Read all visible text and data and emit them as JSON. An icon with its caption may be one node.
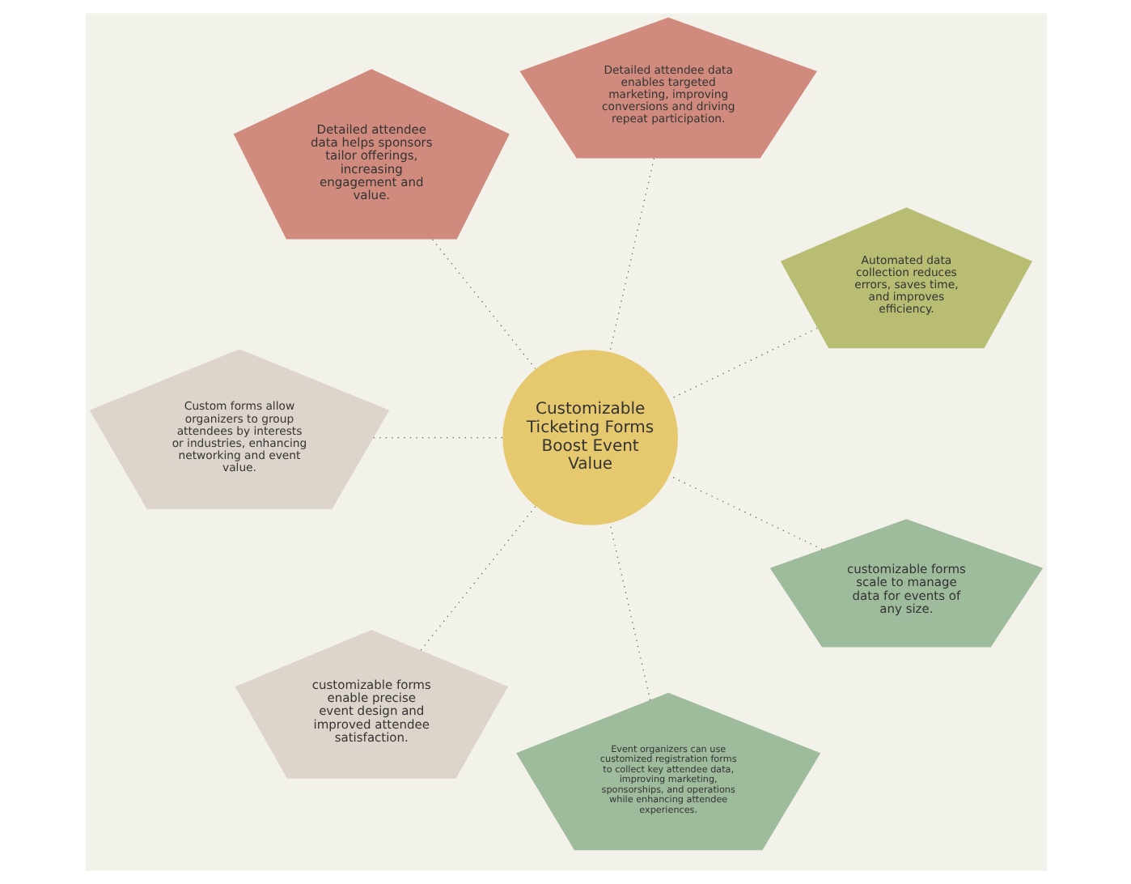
{
  "diagram": {
    "nodes": [
      {
        "text": [
          "Customizable Ticketing Forms Boost Event Value"
        ]
      },
      {
        "text": [
          "Automated data collection reduces errors, saves time, and improves efficiency."
        ]
      },
      {
        "text": [
          "Detailed attendee data enables targeted marketing, improving conversions and driving repeat participation."
        ]
      },
      {
        "text": [
          "Detailed attendee data helps sponsors tailor offerings, increasing engagement and value."
        ]
      },
      {
        "text": [
          "Custom forms allow organizers to group attendees by interests or industries, enhancing networking and event value."
        ]
      },
      {
        "text": [
          "customizable forms enable precise event design and improved attendee satisfaction."
        ]
      },
      {
        "text": [
          "Event organizers can use customized registration forms to collect key attendee data, improving marketing, sponsorships, and operations while enhancing attendee experiences."
        ]
      },
      {
        "text": [
          "customizable forms scale to manage data for events of any size."
        ]
      }
    ],
    "edges": [
      {
        "from": 1,
        "to": 0,
        "arrow": "none",
        "style": "dashed"
      },
      {
        "from": 2,
        "to": 0,
        "arrow": "none",
        "style": "dashed"
      },
      {
        "from": 3,
        "to": 0,
        "arrow": "none",
        "style": "dashed"
      },
      {
        "from": 4,
        "to": 0,
        "arrow": "none",
        "style": "dashed"
      },
      {
        "from": 5,
        "to": 0,
        "arrow": "none",
        "style": "dashed"
      },
      {
        "from": 6,
        "to": 0,
        "arrow": "none",
        "style": "dashed"
      },
      {
        "from": 7,
        "to": 0,
        "arrow": "none",
        "style": "dashed"
      }
    ]
  }
}
